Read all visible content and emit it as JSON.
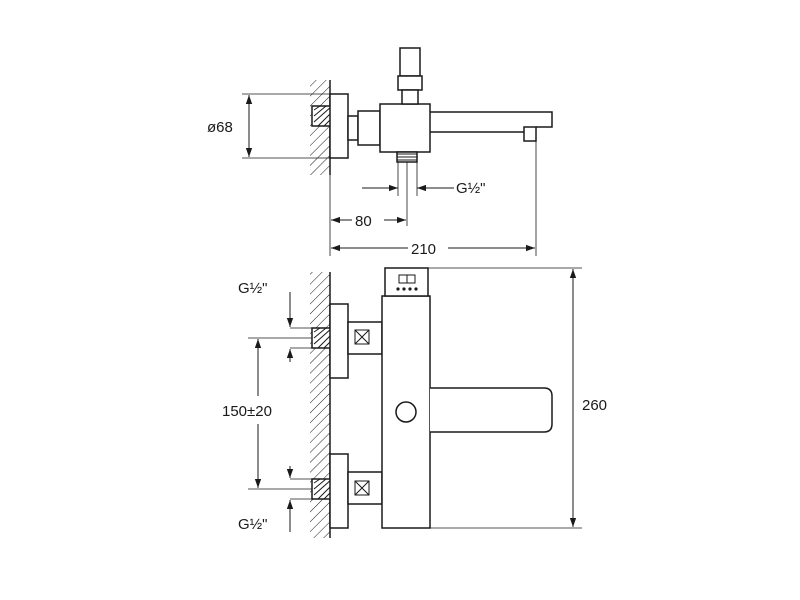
{
  "labels": {
    "diameter": "ø68",
    "thread_top_view": "G½\"",
    "depth_80": "80",
    "depth_210": "210",
    "thread_upper": "G½\"",
    "centers": "150±20",
    "thread_lower": "G½\"",
    "height": "260"
  },
  "colors": {
    "line": "#1a1a1a",
    "background": "#ffffff"
  }
}
